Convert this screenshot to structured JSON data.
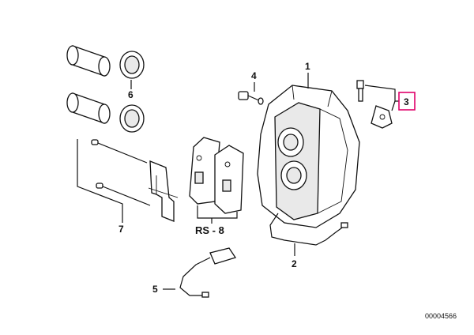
{
  "labels": {
    "caliper": "1",
    "wear_sensor_rear": "2",
    "bracket": "3",
    "bolt": "4",
    "wear_sensor_front": "5",
    "piston": "6",
    "pins": "7",
    "pad_set": "RS - 8"
  },
  "drawing_code": "00004566",
  "highlight_color": "#e0006a"
}
